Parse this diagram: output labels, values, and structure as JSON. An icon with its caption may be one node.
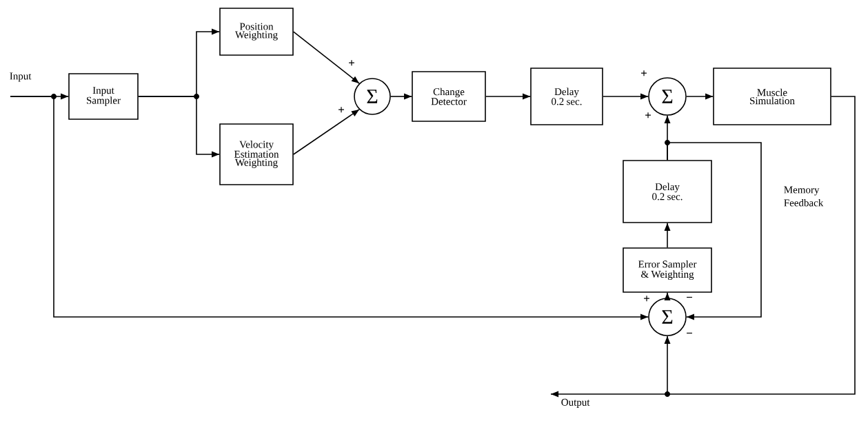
{
  "diagram": {
    "nodes": [
      {
        "text": [
          "Input Sampler"
        ]
      },
      {
        "text": [
          "Position Weighting"
        ]
      },
      {
        "text": [
          "Velocity Estimation Weighting"
        ]
      },
      {
        "text": [
          "Σ"
        ],
        "beside": [
          "+",
          "+"
        ]
      },
      {
        "text": [
          "Change Detector"
        ]
      },
      {
        "text": [
          "Delay 0.2 sec."
        ]
      },
      {
        "text": [
          "Σ"
        ],
        "beside": [
          "+",
          "+"
        ]
      },
      {
        "text": [
          "Muscle Simulation"
        ]
      },
      {
        "text": [
          "Delay 0.2 sec."
        ]
      },
      {
        "text": [
          "Error Sampler & Weighting"
        ]
      },
      {
        "text": [
          "Σ"
        ],
        "beside": [
          "+",
          "−",
          "−"
        ]
      },
      {
        "text": [
          "Output"
        ]
      }
    ],
    "edges": [
      {
        "from": null,
        "to": 0,
        "arrow": "to"
      },
      {
        "from": null,
        "to": 10,
        "arrow": "to"
      },
      {
        "from": 0,
        "to": 1,
        "arrow": "to"
      },
      {
        "from": 0,
        "to": 2,
        "arrow": "to"
      },
      {
        "from": 1,
        "to": 3,
        "arrow": "to"
      },
      {
        "from": 2,
        "to": 3,
        "arrow": "to"
      },
      {
        "from": 3,
        "to": 4,
        "arrow": "to"
      },
      {
        "from": 4,
        "to": 5,
        "arrow": "to"
      },
      {
        "from": 5,
        "to": 6,
        "arrow": "to"
      },
      {
        "from": 6,
        "to": 7,
        "arrow": "to"
      },
      {
        "from": 8,
        "to": 6,
        "arrow": "to"
      },
      {
        "from": 8,
        "to": 10,
        "arrow": "to"
      },
      {
        "from": 9,
        "to": 8,
        "arrow": "to"
      },
      {
        "from": 10,
        "to": 9,
        "arrow": "to"
      },
      {
        "from": 7,
        "to": 10,
        "arrow": "to"
      },
      {
        "from": 7,
        "to": 11,
        "arrow": "to"
      }
    ],
    "labels": [
      "Input",
      "Memory Feedback"
    ]
  }
}
